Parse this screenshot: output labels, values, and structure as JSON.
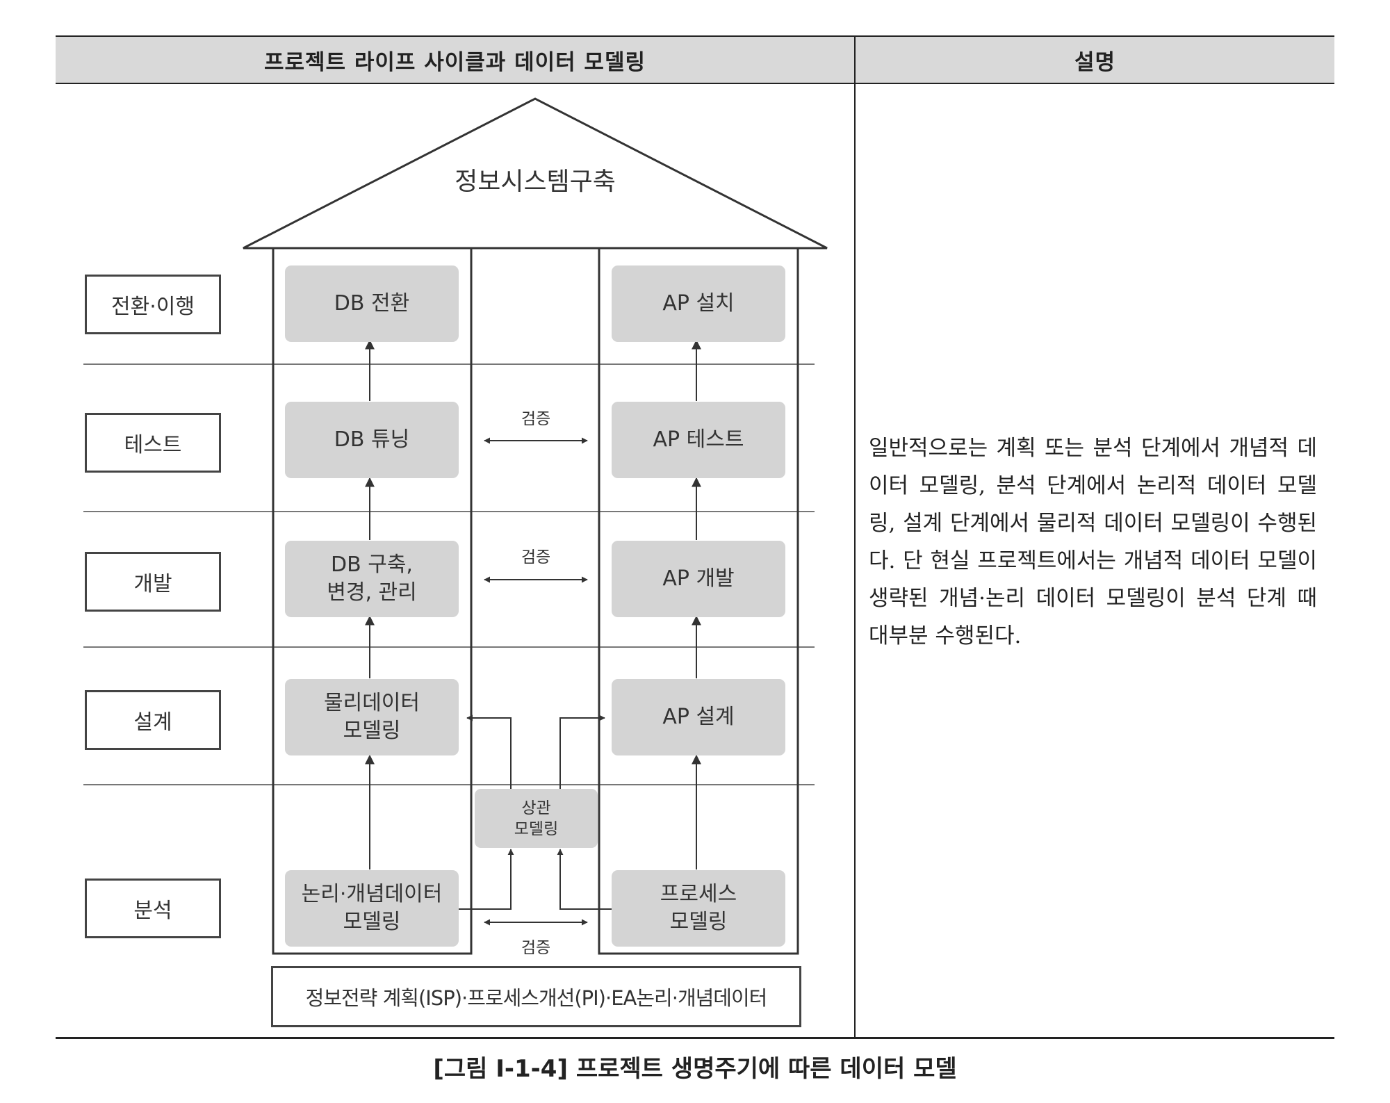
{
  "table": {
    "header_left": "프로젝트 라이프 사이클과 데이터 모델링",
    "header_right": "설명",
    "description": "일반적으로는 계획 또는 분석 단계에서 개념적 데이터 모델링, 분석 단계에서 논리적 데이터 모델링, 설계 단계에서 물리적 데이터 모델링이 수행된다. 단 현실 프로젝트에서는 개념적 데이터 모델이 생략된 개념·논리 데이터 모델링이 분석 단계 때 대부분 수행된다."
  },
  "diagram": {
    "roof_title": "정보시스템구축",
    "stages": [
      "전환·이행",
      "테스트",
      "개발",
      "설계",
      "분석"
    ],
    "db_column": [
      "DB 전환",
      "DB 튜닝",
      "DB 구축,\n변경, 관리",
      "물리데이터\n모델링",
      "논리·개념데이터\n모델링"
    ],
    "ap_column": [
      "AP 설치",
      "AP 테스트",
      "AP 개발",
      "AP 설계",
      "프로세스\n모델링"
    ],
    "correlation_box": "상관\n모델링",
    "verify_label": "검증",
    "base": "정보전략 계획(ISP)·프로세스개선(PI)·EA논리·개념데이터"
  },
  "caption": "[그림 Ⅰ-1-4] 프로젝트 생명주기에 따른 데이터 모델"
}
